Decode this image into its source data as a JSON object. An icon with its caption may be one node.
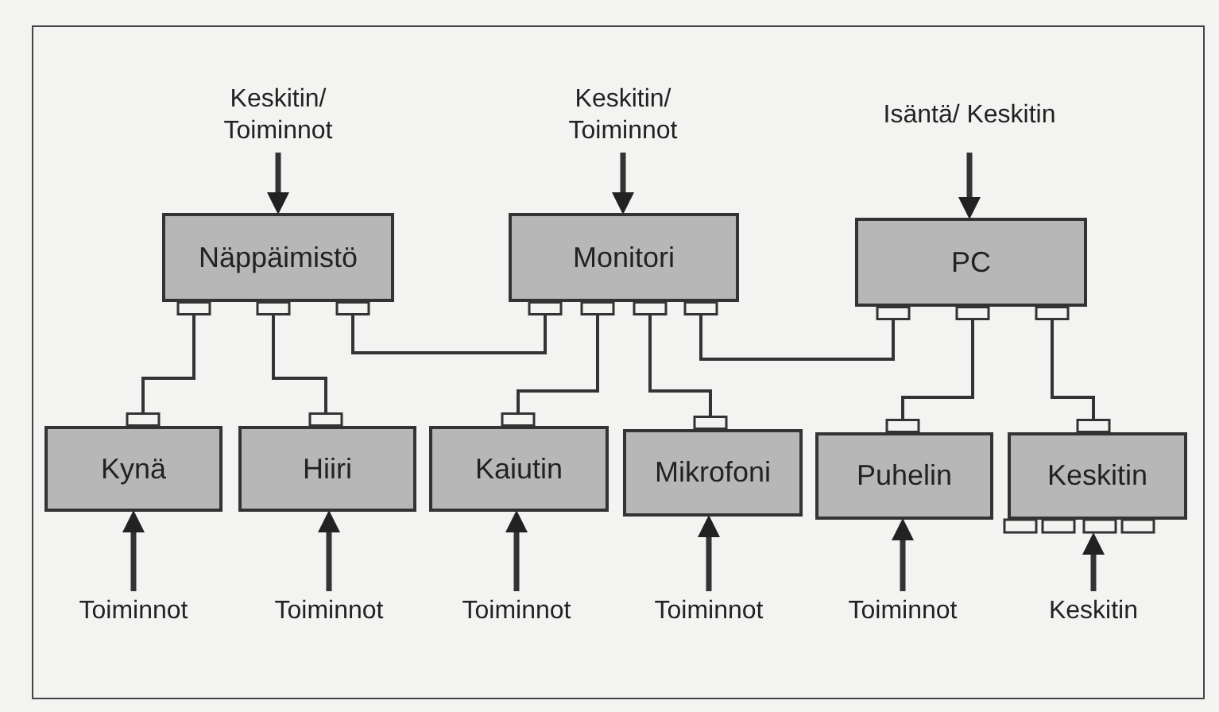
{
  "diagram": {
    "nodes": [
      {
        "text": [
          "Näppäimistö"
        ]
      },
      {
        "text": [
          "Monitori"
        ]
      },
      {
        "text": [
          "PC"
        ]
      },
      {
        "text": [
          "Kynä"
        ]
      },
      {
        "text": [
          "Hiiri"
        ]
      },
      {
        "text": [
          "Kaiutin"
        ]
      },
      {
        "text": [
          "Mikrofoni"
        ]
      },
      {
        "text": [
          "Puhelin"
        ]
      },
      {
        "text": [
          "Keskitin"
        ]
      },
      {
        "text": [
          "Keskitin/ Toiminnot"
        ]
      },
      {
        "text": [
          "Keskitin/ Toiminnot"
        ]
      },
      {
        "text": [
          "Isäntä/ Keskitin"
        ]
      },
      {
        "text": [
          "Toiminnot"
        ]
      },
      {
        "text": [
          "Toiminnot"
        ]
      },
      {
        "text": [
          "Toiminnot"
        ]
      },
      {
        "text": [
          "Toiminnot"
        ]
      },
      {
        "text": [
          "Toiminnot"
        ]
      },
      {
        "text": [
          "Keskitin"
        ]
      }
    ],
    "edges": [
      {
        "from": 0,
        "to": 3,
        "arrow": "other"
      },
      {
        "from": 0,
        "to": 4,
        "arrow": "other"
      },
      {
        "from": 0,
        "to": 1,
        "arrow": "other"
      },
      {
        "from": 1,
        "to": 5,
        "arrow": "other"
      },
      {
        "from": 1,
        "to": 6,
        "arrow": "other"
      },
      {
        "from": 1,
        "to": 2,
        "arrow": "other"
      },
      {
        "from": 2,
        "to": 7,
        "arrow": "other"
      },
      {
        "from": 2,
        "to": 8,
        "arrow": "other"
      },
      {
        "from": 9,
        "to": 0,
        "arrow": "to"
      },
      {
        "from": 10,
        "to": 1,
        "arrow": "to"
      },
      {
        "from": 11,
        "to": 2,
        "arrow": "to"
      },
      {
        "from": 12,
        "to": 3,
        "arrow": "to"
      },
      {
        "from": 13,
        "to": 4,
        "arrow": "to"
      },
      {
        "from": 14,
        "to": 5,
        "arrow": "to"
      },
      {
        "from": 15,
        "to": 6,
        "arrow": "to"
      },
      {
        "from": 16,
        "to": 7,
        "arrow": "to"
      },
      {
        "from": 17,
        "to": 8,
        "arrow": "to"
      }
    ]
  }
}
